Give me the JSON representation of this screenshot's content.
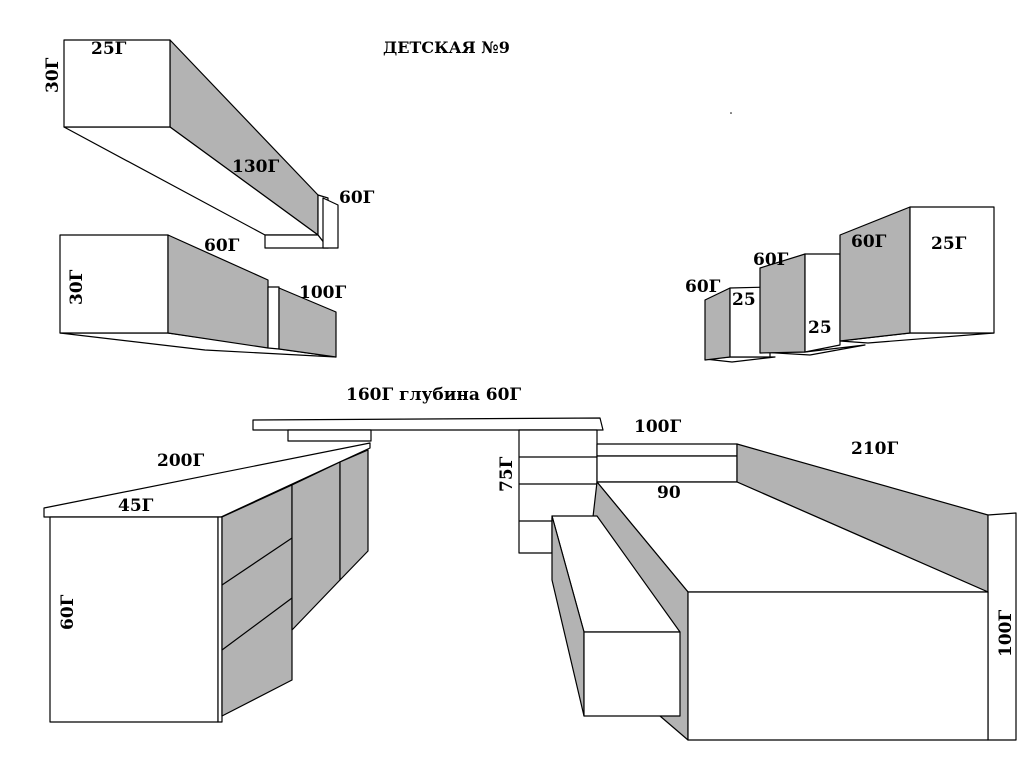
{
  "title": "ДЕТСКАЯ №9",
  "colors": {
    "face": "#ffffff",
    "side": "#b3b3b3",
    "line": "#000000"
  },
  "labels": {
    "wall1_width": "25Г",
    "wall1_height": "30Г",
    "wall1_length": "130Г",
    "wall1_small": "60Г",
    "wall2_height": "30Г",
    "wall2_len1": "60Г",
    "wall2_len2": "100Г",
    "shelf1_width": "60Г",
    "shelf1_depth": "25",
    "shelf2_width": "60Г",
    "shelf2_depth": "25",
    "shelf3_width": "60Г",
    "shelf3_depth": "25Г",
    "desk_top": "160Г глубина 60Г",
    "desk_height": "75Г",
    "dresser_length": "200Г",
    "dresser_depth": "45Г",
    "dresser_height": "60Г",
    "bed_head": "100Г",
    "bed_width": "90",
    "bed_length": "210Г",
    "bed_height": "100Г"
  }
}
